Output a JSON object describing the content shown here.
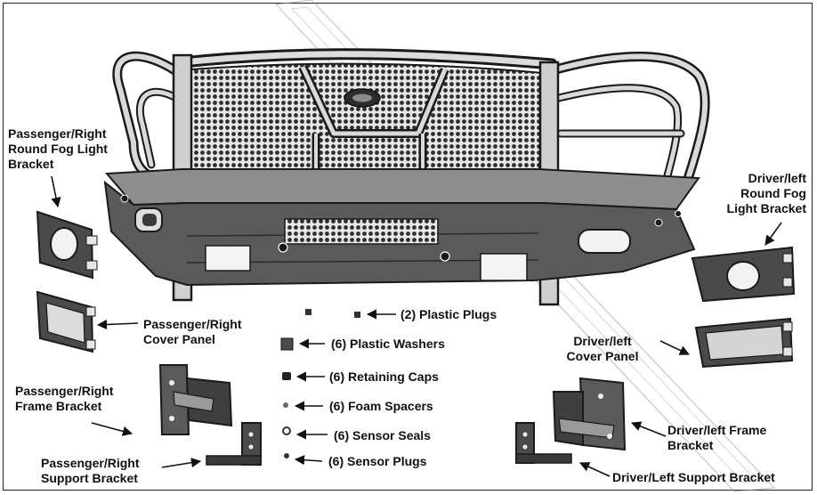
{
  "labels": {
    "pr_fog": [
      "Passenger/Right",
      "Round Fog Light",
      "Bracket"
    ],
    "dl_fog": [
      "Driver/left",
      "Round Fog",
      "Light Bracket"
    ],
    "pr_cover": [
      "Passenger/Right",
      "Cover Panel"
    ],
    "dl_cover": [
      "Driver/left",
      "Cover Panel"
    ],
    "pr_frame": [
      "Passenger/Right",
      "Frame Bracket"
    ],
    "dl_frame": [
      "Driver/left Frame",
      "Bracket"
    ],
    "pr_support": [
      "Passenger/Right",
      "Support Bracket"
    ],
    "dl_support": "Driver/Left Support Bracket",
    "plastic_plugs": "(2) Plastic Plugs",
    "plastic_washers": "(6) Plastic Washers",
    "retaining_caps": "(6) Retaining Caps",
    "foam_spacers": "(6) Foam Spacers",
    "sensor_seals": "(6) Sensor Seals",
    "sensor_plugs": "(6) Sensor Plugs"
  },
  "colors": {
    "line": "#1a1a1a",
    "part_fill": "#4a4a4a",
    "part_light": "#d9d9d9",
    "bumper_face": "#5a5a5a",
    "mesh": "#3d3d3d"
  }
}
